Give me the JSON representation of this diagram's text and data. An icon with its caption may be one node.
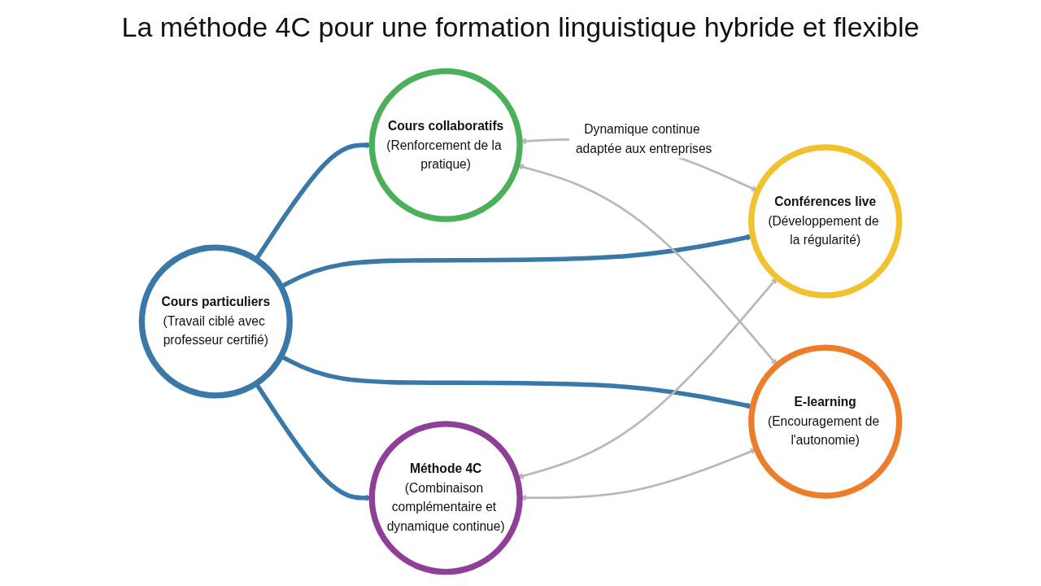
{
  "diagram": {
    "title": "La méthode 4C pour une formation linguistique hybride et flexible",
    "nodes": [
      {
        "text": [
          "Cours collaboratifs",
          "(Renforcement de la pratique)"
        ]
      },
      {
        "text": [
          "Conférences live",
          "(Développement de la régularité)"
        ]
      },
      {
        "text": [
          "Cours particuliers",
          "(Travail ciblé avec professeur certifié)"
        ]
      },
      {
        "text": [
          "E-learning",
          "(Encouragement de l'autonomie)"
        ]
      },
      {
        "text": [
          "Méthode 4C",
          "(Combinaison complémentaire et dynamique continue)"
        ]
      }
    ],
    "edges": [
      {
        "from": 2,
        "to": 0,
        "arrow": "to",
        "style": "thick",
        "color": "#3a78a8"
      },
      {
        "from": 2,
        "to": 1,
        "arrow": "to",
        "style": "thick",
        "color": "#3a78a8"
      },
      {
        "from": 2,
        "to": 3,
        "arrow": "to",
        "style": "thick",
        "color": "#3a78a8"
      },
      {
        "from": 2,
        "to": 4,
        "arrow": "to",
        "style": "thick",
        "color": "#3a78a8"
      },
      {
        "from": 0,
        "to": 1,
        "arrow": "both",
        "label": "Dynamique continue adaptée aux entreprises",
        "color": "#b8b8b8"
      },
      {
        "from": 4,
        "to": 1,
        "arrow": "both",
        "color": "#b8b8b8"
      },
      {
        "from": 4,
        "to": 3,
        "arrow": "both",
        "color": "#b8b8b8"
      },
      {
        "from": 0,
        "to": 3,
        "arrow": "both",
        "color": "#b8b8b8"
      }
    ]
  }
}
